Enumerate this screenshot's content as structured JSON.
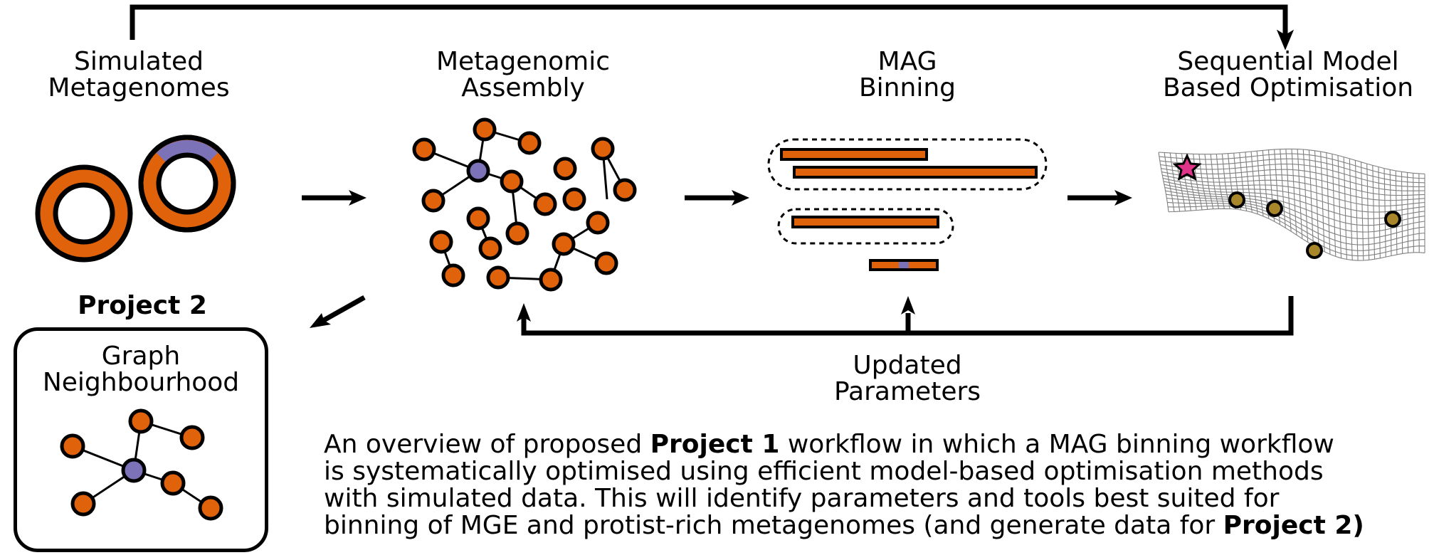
{
  "stages": {
    "simulated": {
      "line1": "Simulated",
      "line2": "Metagenomes"
    },
    "assembly": {
      "line1": "Metagenomic",
      "line2": "Assembly"
    },
    "binning": {
      "line1": "MAG",
      "line2": "Binning"
    },
    "smbo": {
      "line1": "Sequential Model",
      "line2": "Based Optimisation"
    }
  },
  "feedback": {
    "line1": "Updated",
    "line2": "Parameters"
  },
  "project2": {
    "title": "Project 2",
    "box_line1": "Graph",
    "box_line2": "Neighbourhood"
  },
  "caption": {
    "l1_pre": "An overview of proposed ",
    "l1_bold": "Project 1",
    "l1_post": " workflow in which a MAG binning workflow",
    "l2": "is systematically optimised using efficient model-based optimisation methods",
    "l3": "with simulated data. This will identify parameters and tools best suited for",
    "l4_pre": "binning of MGE and protist-rich metagenomes (and generate data for ",
    "l4_bold": "Project 2)"
  },
  "colors": {
    "orange": "#E0620A",
    "purple": "#7B72B8",
    "gold": "#A8862A",
    "star": "#E0348A",
    "black": "#000000",
    "surface": "#808080"
  }
}
